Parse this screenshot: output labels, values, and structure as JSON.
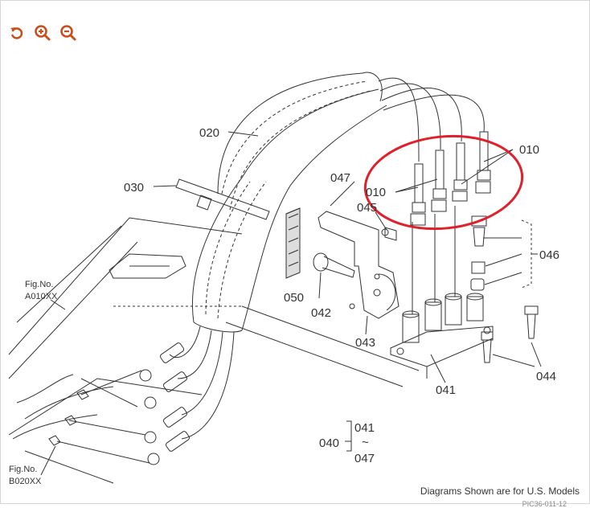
{
  "toolbar": {
    "reset_icon": "rotate-ccw-icon",
    "zoom_in_icon": "zoom-in-icon",
    "zoom_out_icon": "zoom-out-icon",
    "accent_color": "#c8501e"
  },
  "labels": {
    "p010a": "010",
    "p010b": "010",
    "p020": "020",
    "p030": "030",
    "p041": "041",
    "p042": "042",
    "p043": "043",
    "p044": "044",
    "p045": "045",
    "p046": "046",
    "p047": "047",
    "p050": "050",
    "group_040": "040",
    "group_041": "041",
    "group_tilde": "~",
    "group_047": "047",
    "fig_a_line1": "Fig.No.",
    "fig_a_line2": "A010XX",
    "fig_b_line1": "Fig.No.",
    "fig_b_line2": "B020XX"
  },
  "footer": {
    "note": "Diagrams Shown are for U.S. Models",
    "code": "PIC36-011-12"
  },
  "highlight_color": "#e0202a"
}
